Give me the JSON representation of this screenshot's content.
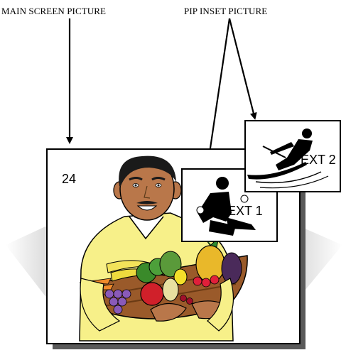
{
  "labels": {
    "main_screen": "MAIN SCREEN PICTURE",
    "pip_inset": "PIP INSET PICTURE"
  },
  "main_screen": {
    "channel": "24",
    "image_subject": "man holding fruit basket"
  },
  "insets": [
    {
      "label": "EXT 1",
      "image_subject": "cyclist silhouette"
    },
    {
      "label": "EXT 2",
      "image_subject": "skier silhouette"
    }
  ],
  "colors": {
    "frame_shadow": "#5a5a5a",
    "skin": "#b9774a",
    "shirt": "#f7f089",
    "basket": "#9a5a2a"
  }
}
